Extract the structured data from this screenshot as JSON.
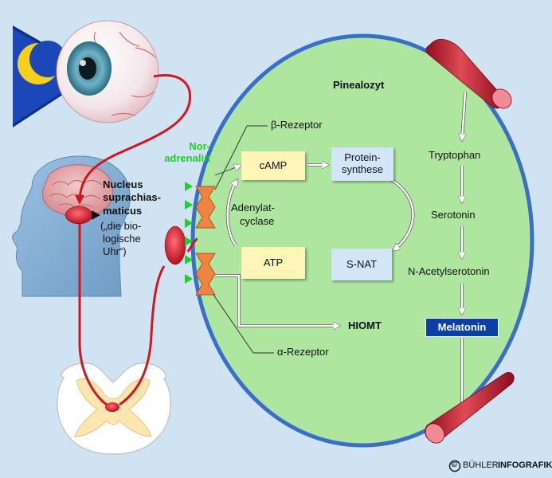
{
  "labels": {
    "pinealozyt": "Pinealozyt",
    "beta_rezeptor": "β-Rezeptor",
    "alpha_rezeptor": "α-Rezeptor",
    "noradrenalin_1": "Nor-",
    "noradrenalin_2": "adrenalin",
    "nucleus_1": "Nucleus",
    "nucleus_2": "suprachias-",
    "nucleus_3": "maticus",
    "bio_uhr_1": "(„die bio-",
    "bio_uhr_2": "logische",
    "bio_uhr_3": "Uhr“)",
    "camp": "cAMP",
    "protein_1": "Protein-",
    "protein_2": "synthese",
    "adenylat_1": "Adenylat-",
    "adenylat_2": "cyclase",
    "atp": "ATP",
    "snat": "S-NAT",
    "hiomt": "HIOMT",
    "tryptophan": "Tryptophan",
    "serotonin": "Serotonin",
    "n_acetylserotonin": "N-Acetylserotonin",
    "melatonin": "Melatonin",
    "credit_symbol": "©",
    "credit_name": "BÜHLER",
    "credit_brand": "INFOGRAFIK"
  },
  "colors": {
    "background": "#cfe3f3",
    "cell_fill": "#aee6a0",
    "cell_border": "#3a6fc9",
    "nerve_red": "#d4151f",
    "receptor_orange": "#ee8444",
    "box_yellow": "#fdf6b8",
    "box_blue": "#d2e6f8",
    "melatonin_blue": "#0a3fa6",
    "noradrenalin_green": "#1fcf2a",
    "vessel_red": "#c9182f"
  }
}
